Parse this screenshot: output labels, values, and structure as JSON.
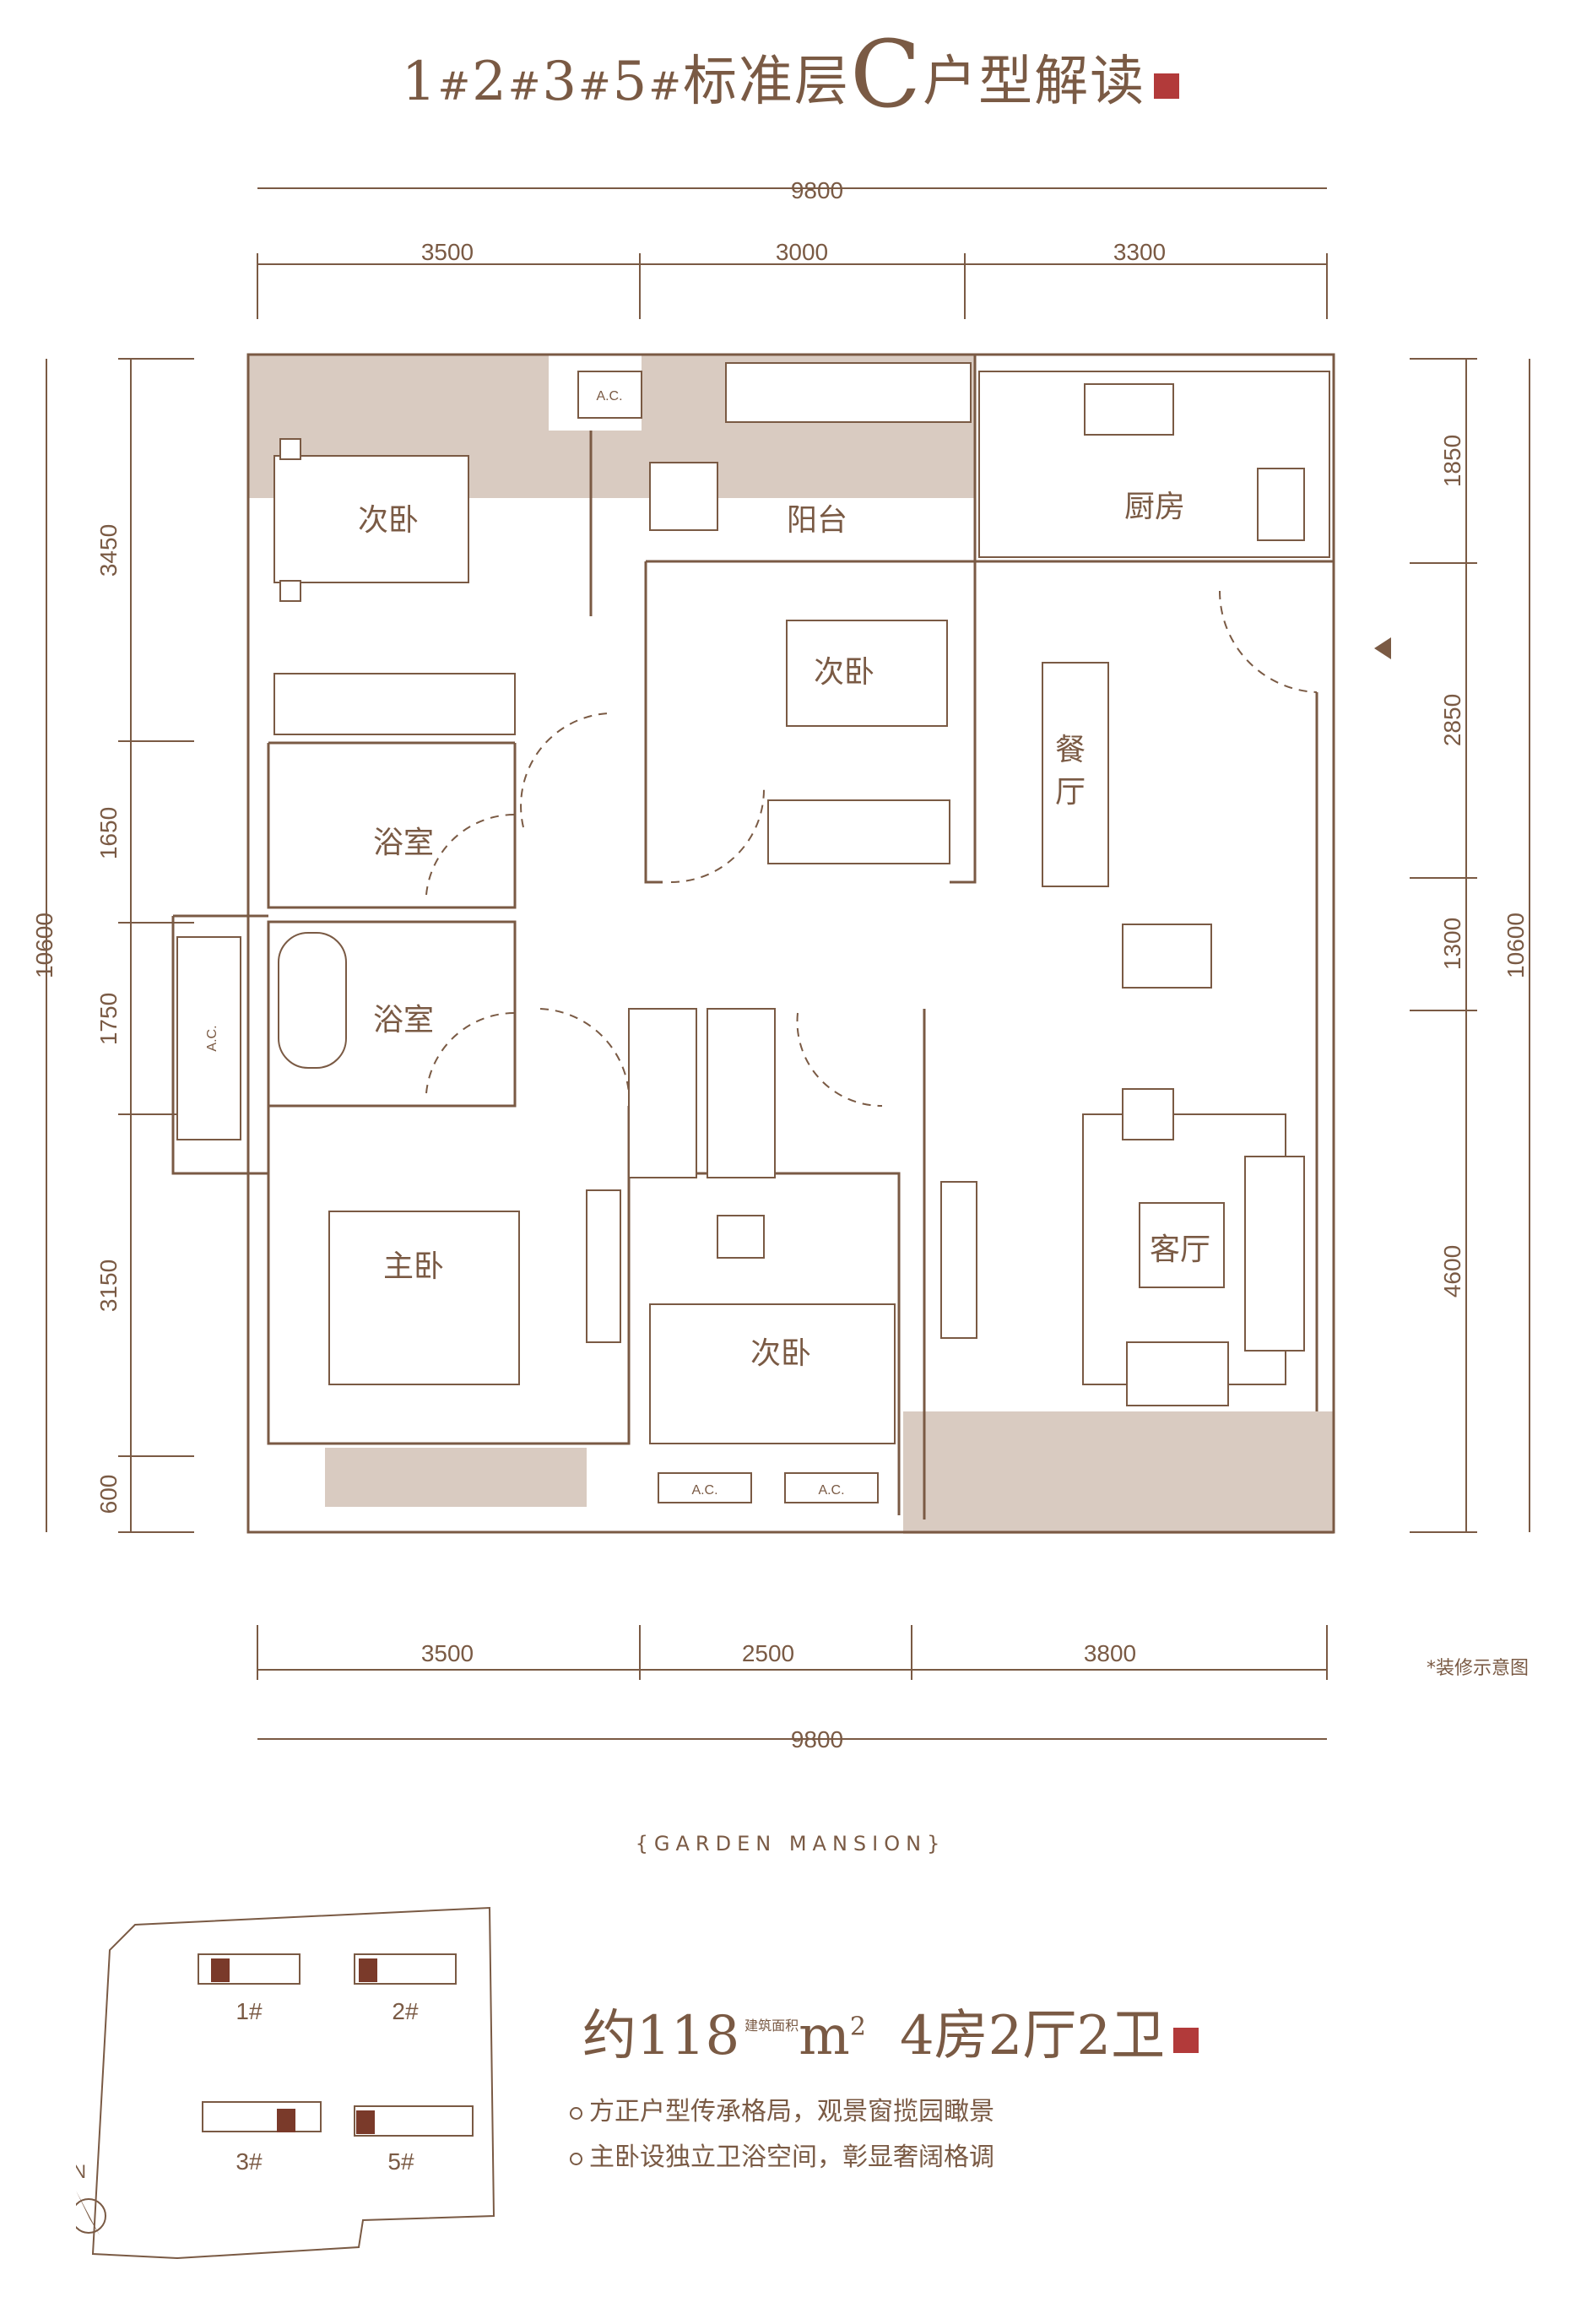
{
  "title": {
    "b1": "1",
    "h1": "#",
    "b2": "2",
    "h2": "#",
    "b3": "3",
    "h3": "#",
    "b4": "5",
    "h4": "#",
    "main": "标准层",
    "letter": "C",
    "suffix": "户型解读"
  },
  "dims": {
    "top_total": "9800",
    "top_a": "3500",
    "top_b": "3000",
    "top_c": "3300",
    "bottom_a": "3500",
    "bottom_b": "2500",
    "bottom_c": "3800",
    "bottom_total": "9800",
    "left_total": "10600",
    "left_a": "3450",
    "left_b": "1650",
    "left_c": "1750",
    "left_d": "3150",
    "left_e": "600",
    "right_total": "10600",
    "right_a": "1850",
    "right_b": "2850",
    "right_c": "1300",
    "right_d": "4600"
  },
  "rooms": {
    "bed_nw": "次卧",
    "balcony": "阳台",
    "kitchen": "厨房",
    "bed_center": "次卧",
    "dining_1": "餐",
    "dining_2": "厅",
    "bath_1": "浴室",
    "bath_2": "浴室",
    "master": "主卧",
    "bed_south": "次卧",
    "living": "客厅"
  },
  "ac_label": "A.C.",
  "note": "*装修示意图",
  "brand": "{GARDEN  MANSION}",
  "summary": {
    "prefix": "约",
    "area": "118",
    "unit": "m",
    "exp": "2",
    "area_label": "建筑面积",
    "rooms": "4房2厅2卫"
  },
  "features": [
    "方正户型传承格局，观景窗揽园瞰景",
    "主卧设独立卫浴空间，彰显奢阔格调"
  ],
  "site": {
    "b1": "1#",
    "b2": "2#",
    "b3": "3#",
    "b5": "5#",
    "north": "N"
  },
  "colors": {
    "line": "#7a5a44",
    "wall_fill": "#d9cbc1",
    "seal": "#b23a3a"
  }
}
